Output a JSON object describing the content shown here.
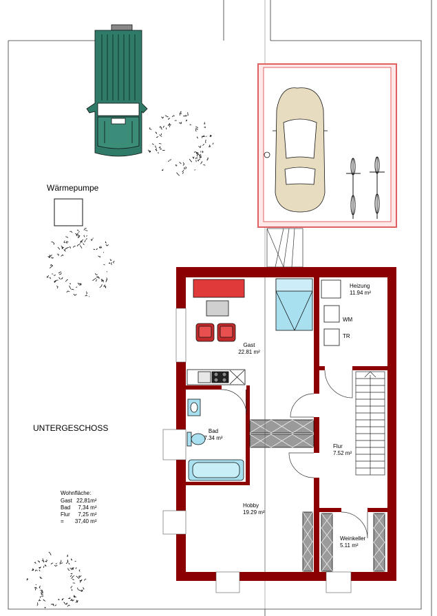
{
  "title": "UNTERGESCHOSS",
  "heat_pump": {
    "label": "Wärmepumpe"
  },
  "rooms": [
    {
      "id": "gast",
      "name": "Gast",
      "area": "22.81 m²"
    },
    {
      "id": "heizung",
      "name": "Heizung",
      "area": "11.94 m²"
    },
    {
      "id": "bad",
      "name": "Bad",
      "area": "7.34 m²"
    },
    {
      "id": "flur",
      "name": "Flur",
      "area": "7.52 m²"
    },
    {
      "id": "hobby",
      "name": "Hobby",
      "area": "19.29 m²"
    },
    {
      "id": "weinkeller",
      "name": "Weinkeller",
      "area": "5.11 m²"
    }
  ],
  "appliances": {
    "washer": "WM",
    "dryer": "TR"
  },
  "summary": {
    "heading": "Wohnfläche:",
    "rows": [
      {
        "label": "Gast",
        "value": "22,81m²"
      },
      {
        "label": "Bad",
        "value": "7,34 m²"
      },
      {
        "label": "Flur",
        "value": "7,25 m²"
      },
      {
        "label": "=",
        "value": "37,40 m²"
      }
    ]
  },
  "colors": {
    "wall": "#8b0000",
    "garage_outline": "#e06060",
    "garage_fill": "#ffe8e8",
    "jeep_body": "#2f7a68",
    "car_body": "#e8dcc0",
    "furniture_red": "#e03a3a",
    "water_blue": "#a8e0f0",
    "shelf_gray": "#9a9a9a"
  }
}
